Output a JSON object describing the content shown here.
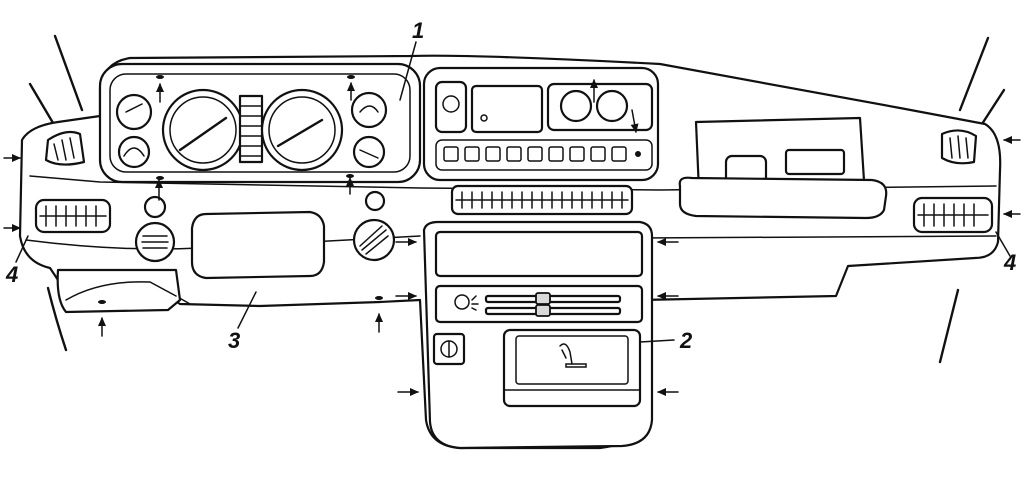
{
  "callouts": {
    "label_1": "1",
    "label_2": "2",
    "label_3": "3",
    "label_4_left": "4",
    "label_4_right": "4"
  },
  "colors": {
    "ink": "#111111",
    "paper": "#ffffff",
    "shade": "#d9d9d9"
  }
}
